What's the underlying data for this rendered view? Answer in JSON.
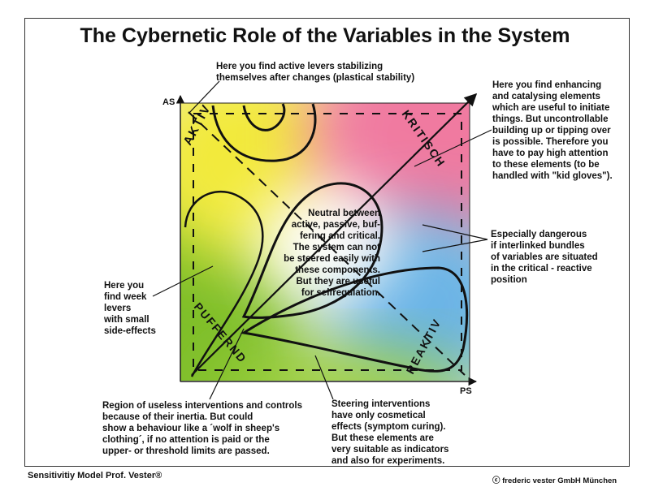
{
  "title": "The Cybernetic Role of the Variables in the System",
  "axes": {
    "y_label": "AS",
    "x_label": "PS"
  },
  "zone_labels": {
    "active": "AKTIV",
    "critical": "KRITISCH",
    "buffering": "PUFFERND",
    "reactive": "REAKTIV"
  },
  "annotations": {
    "top": "Here you find active levers stabilizing\nthemselves after changes (plastical stability)",
    "top_right": "Here you find enhancing\nand catalysing elements\nwhich are useful to initiate\nthings. But uncontrollable\nbuilding up or tipping over\nis possible. Therefore you\nhave to pay high attention\nto these elements (to be\nhandled with \"kid gloves\").",
    "center": "Neutral between\nactive, passive, buf-\nfering and critical.\nThe system can not\nbe steered easily with\nthese components.\nBut they are useful\nfor selfregulation.",
    "right": "Especially dangerous\nif interlinked bundles\nof variables are situated\nin the critical - reactive\nposition",
    "left": "Here you\nfind week\nlevers\nwith small\nside-effects",
    "bottom_left": "Region of useless interventions and controls\nbecause of their inertia. But could\nshow a behaviour like a ´wolf in sheep's\nclothing´, if no attention is paid or the\nupper- or threshold limits are passed.",
    "bottom_right": "Steering interventions\nhave only cosmetical\neffects (symptom curing).\nBut these elements are\nvery suitable as indicators\nand also for experiments."
  },
  "footer": {
    "left": "Sensitivitiy Model Prof. Vester®",
    "right": "ⓒ frederic vester GmbH München"
  },
  "colors": {
    "yellow": "#f2ea3a",
    "green": "#7fbf2a",
    "pink": "#f07aa0",
    "blue": "#6ab4e6",
    "ink": "#111111"
  }
}
